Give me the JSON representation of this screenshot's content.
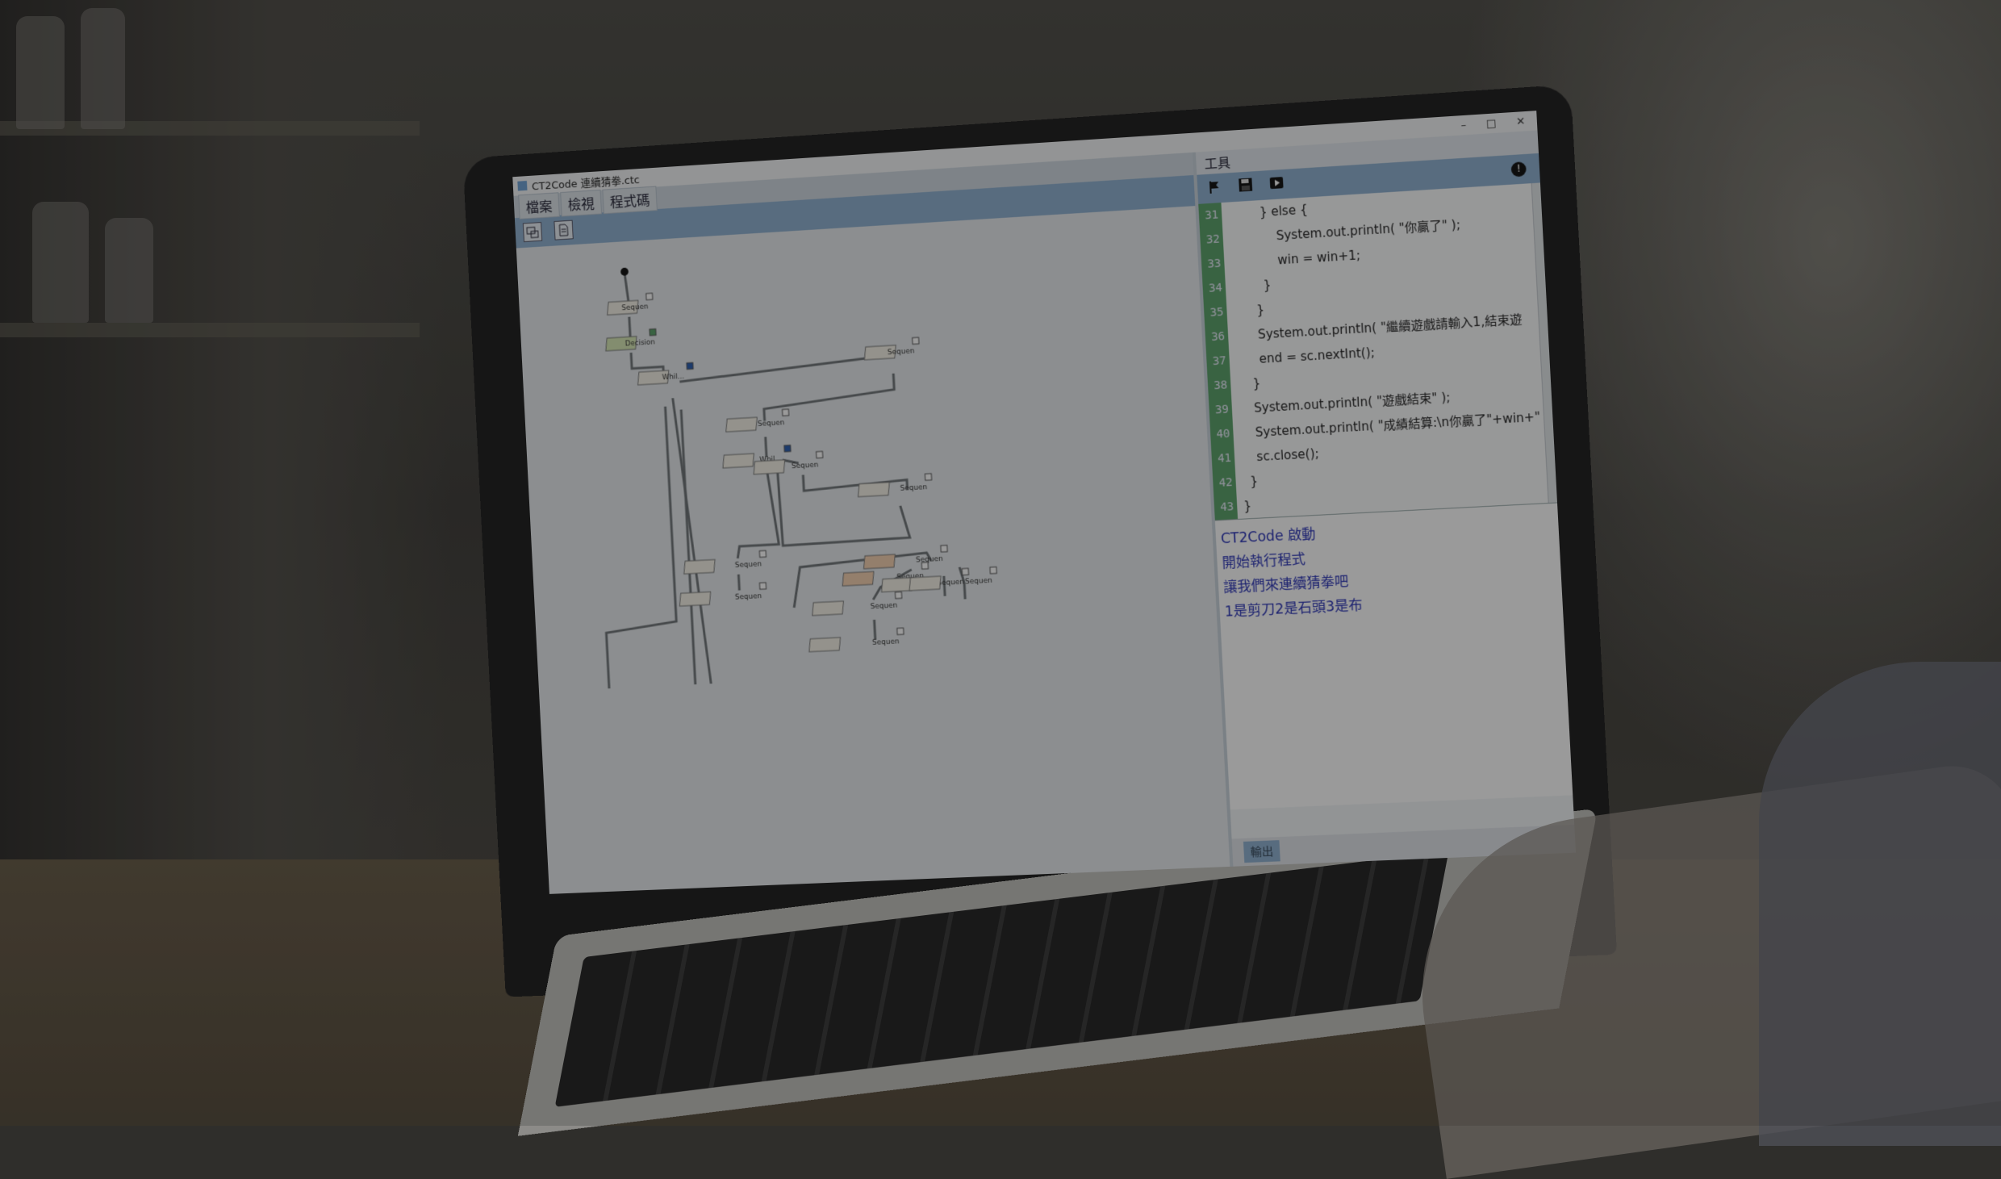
{
  "window": {
    "title": "CT2Code 連續猜拳.ctc",
    "minimize": "–",
    "maximize": "□",
    "close": "✕"
  },
  "left_panel": {
    "menu": [
      {
        "label": "檔案"
      },
      {
        "label": "檢視"
      },
      {
        "label": "程式碼"
      }
    ],
    "toolbar": [
      "new-flow-icon",
      "document-icon"
    ]
  },
  "flowchart": {
    "node_labels": [
      "Sequen",
      "Decision",
      "Whil...",
      "Sequen",
      "Sequen",
      "Whil...",
      "Sequen",
      "Sequen",
      "Sequen",
      "Sequen",
      "Sequen",
      "Sequen",
      "Sequen",
      "Sequen",
      "Sequen",
      "Sequen"
    ]
  },
  "right_panel": {
    "tab": "工具",
    "toolbar": [
      "flag-icon",
      "save-icon",
      "run-icon",
      "info-icon"
    ],
    "info_glyph": "!",
    "code_lines": [
      {
        "num": "31",
        "text": "        } else {"
      },
      {
        "num": "32",
        "text": "            System.out.println( \"你贏了\" );"
      },
      {
        "num": "33",
        "text": "            win = win+1;"
      },
      {
        "num": "34",
        "text": "        }"
      },
      {
        "num": "35",
        "text": "      }"
      },
      {
        "num": "36",
        "text": "      System.out.println( \"繼續遊戲請輸入1,結束遊"
      },
      {
        "num": "37",
        "text": "      end = sc.nextInt();"
      },
      {
        "num": "38",
        "text": "    }"
      },
      {
        "num": "39",
        "text": "    System.out.println( \"遊戲結束\" );"
      },
      {
        "num": "40",
        "text": "    System.out.println( \"成績結算:\\n你贏了\"+win+\""
      },
      {
        "num": "41",
        "text": "    sc.close();"
      },
      {
        "num": "42",
        "text": "  }"
      },
      {
        "num": "43",
        "text": "}"
      }
    ],
    "console_lines": [
      "CT2Code 啟動",
      "開始執行程式",
      "讓我們來連續猜拳吧",
      "1是剪刀2是石頭3是布"
    ],
    "console_tab": "輸出"
  }
}
